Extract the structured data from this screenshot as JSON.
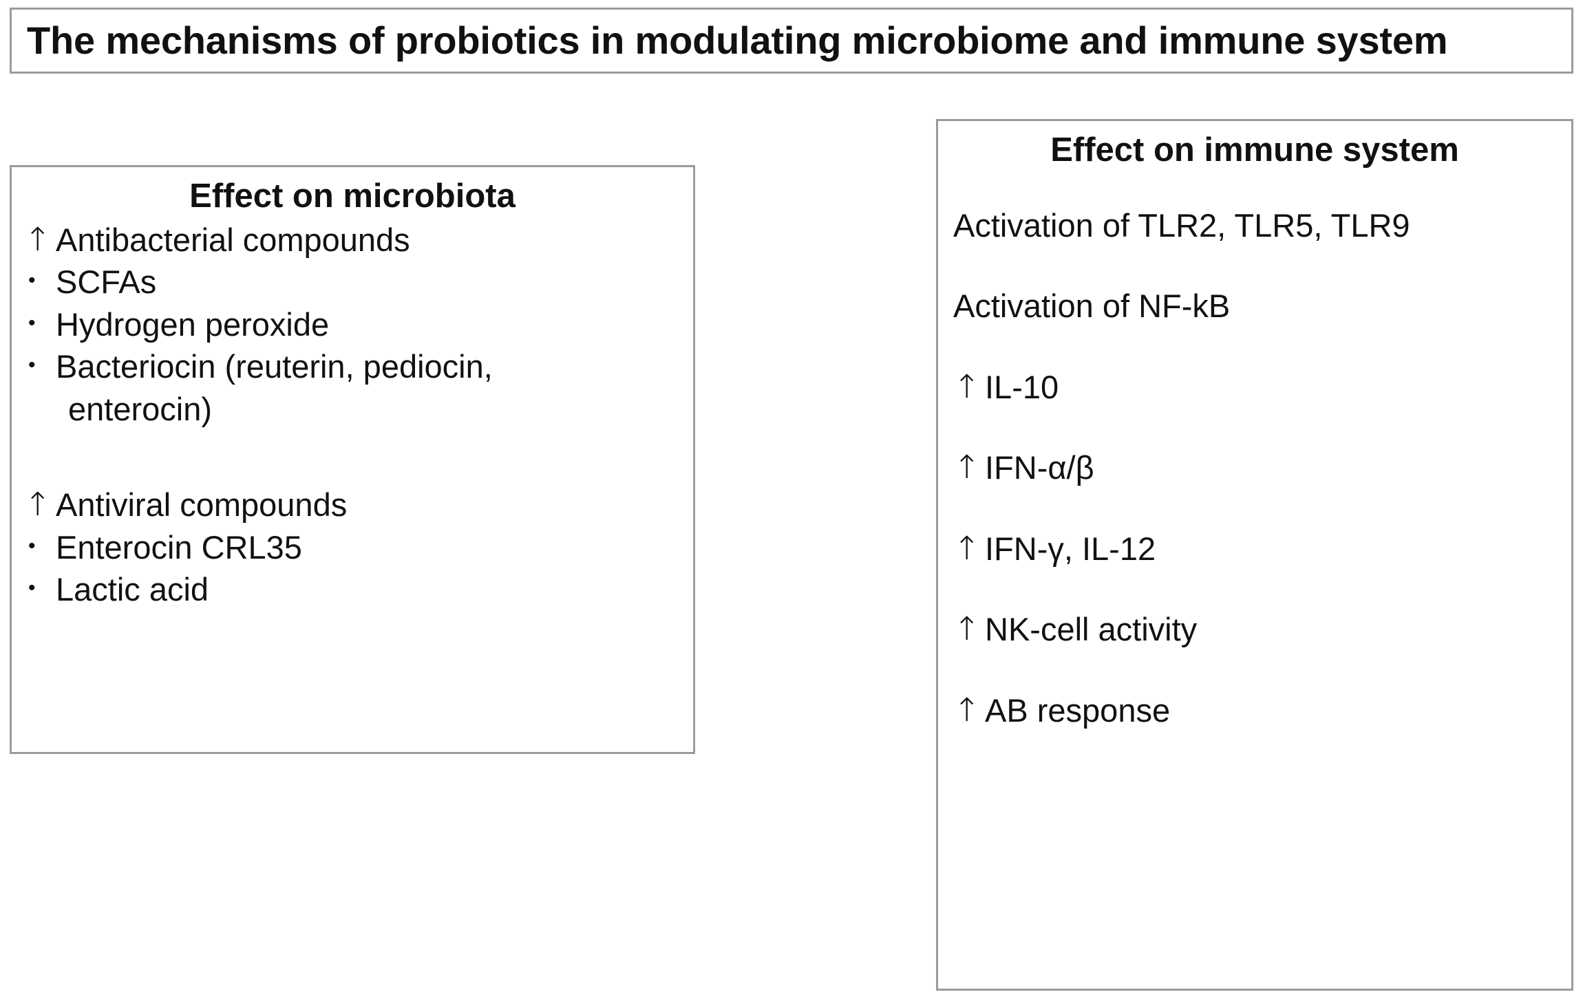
{
  "title": {
    "text": "The mechanisms of probiotics in modulating microbiome and immune system"
  },
  "icons": {
    "up_arrow": "↑",
    "bullet": "•"
  },
  "colors": {
    "border": "#9b9b9b",
    "text": "#111111",
    "background": "#ffffff"
  },
  "microbiota_panel": {
    "heading": "Effect on microbiota",
    "items": [
      {
        "marker": "arrow",
        "text": "Antibacterial compounds"
      },
      {
        "marker": "bullet",
        "text": "SCFAs"
      },
      {
        "marker": "bullet",
        "text": "Hydrogen peroxide"
      },
      {
        "marker": "bullet",
        "text": "Bacteriocin (reuterin, pediocin,"
      },
      {
        "marker": "none",
        "text": "enterocin)"
      },
      {
        "marker": "arrow",
        "text": "Antiviral compounds"
      },
      {
        "marker": "bullet",
        "text": "Enterocin CRL35"
      },
      {
        "marker": "bullet",
        "text": "Lactic acid"
      }
    ]
  },
  "immune_panel": {
    "heading": "Effect on immune system",
    "items": [
      {
        "marker": "none",
        "text": "Activation of TLR2, TLR5, TLR9"
      },
      {
        "marker": "none",
        "text": "Activation of NF-kB"
      },
      {
        "marker": "arrow",
        "text": "IL-10"
      },
      {
        "marker": "arrow",
        "text": "IFN-α/β"
      },
      {
        "marker": "arrow",
        "text": "IFN-γ, IL-12"
      },
      {
        "marker": "arrow",
        "text": "NK-cell activity"
      },
      {
        "marker": "arrow",
        "text": "AB response"
      }
    ]
  }
}
